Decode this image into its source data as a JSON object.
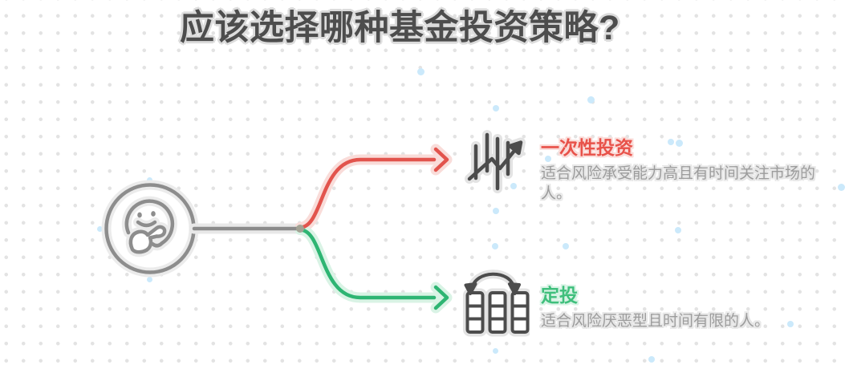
{
  "title": "应该选择哪种基金投资策略?",
  "root": {
    "icon": "thinking-face-in-circle"
  },
  "branches": [
    {
      "label": "一次性投资",
      "description": "适合风险承受能力高且有时间关注市场的人。",
      "icon": "stock-chart-rising-arrow",
      "color": "#e8524a",
      "halo": "#fadcd9"
    },
    {
      "label": "定投",
      "description": "适合风险厌恶型且时间有限的人。",
      "icon": "recurring-columns-cycle-arrow",
      "color": "#3fbf7c",
      "halo": "#d8f3e5"
    }
  ],
  "colors": {
    "title_text": "#4d4d4d",
    "body_text": "#9c9c9c",
    "trunk_gray": "#8b8b8b",
    "icon_dark": "#4c4c4c",
    "dot_grid": "#e3e3e3",
    "accent_dot_blue": "#cbe9fb"
  },
  "decor": {
    "blue_dots": [
      [
        524,
        89,
        9
      ],
      [
        618,
        135,
        8
      ],
      [
        736,
        124,
        9
      ],
      [
        836,
        177,
        8
      ],
      [
        846,
        178,
        9
      ],
      [
        683,
        198,
        8
      ],
      [
        640,
        232,
        8
      ],
      [
        1048,
        233,
        9
      ],
      [
        618,
        263,
        8
      ],
      [
        845,
        287,
        8
      ],
      [
        617,
        307,
        8
      ],
      [
        705,
        307,
        8
      ],
      [
        985,
        404,
        8
      ],
      [
        812,
        448,
        8
      ],
      [
        617,
        437,
        7
      ],
      [
        186,
        224,
        7
      ],
      [
        124,
        285,
        7
      ],
      [
        186,
        348,
        7
      ]
    ]
  }
}
